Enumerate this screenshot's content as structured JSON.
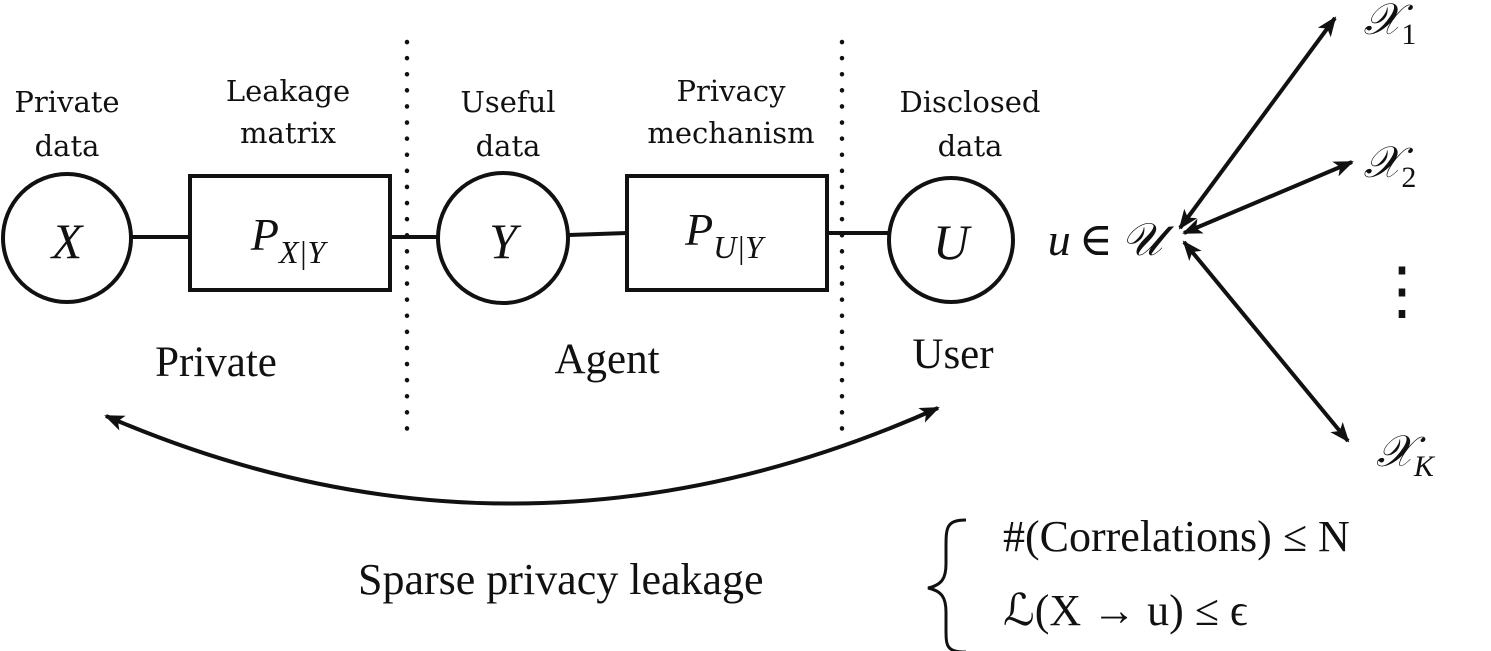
{
  "nodes": {
    "x": {
      "symbol": "X",
      "label_line1": "Private",
      "label_line2": "data"
    },
    "y": {
      "symbol": "Y",
      "label_line1": "Useful",
      "label_line2": "data"
    },
    "u": {
      "symbol": "U",
      "label_line1": "Disclosed",
      "label_line2": "data"
    }
  },
  "boxes": {
    "leakage": {
      "main": "P",
      "sub": "X|Y",
      "label_line1": "Leakage",
      "label_line2": "matrix"
    },
    "mechanism": {
      "main": "P",
      "sub": "U|Y",
      "label_line1": "Privacy",
      "label_line2": "mechanism"
    }
  },
  "regions": {
    "private": "Private",
    "agent": "Agent",
    "user": "User"
  },
  "hub": {
    "var": "u",
    "in": "∈",
    "set": "𝒰"
  },
  "targets": [
    {
      "main": "𝒳",
      "sub": "1"
    },
    {
      "main": "𝒳",
      "sub": "2"
    },
    {
      "main": "𝒳",
      "sub": "K"
    }
  ],
  "vdots": "⋮",
  "bottom": {
    "label": "Sparse privacy leakage",
    "constraint1": "#(Correlations) ≤ N",
    "constraint2": "ℒ(X → u) ≤ ϵ"
  }
}
